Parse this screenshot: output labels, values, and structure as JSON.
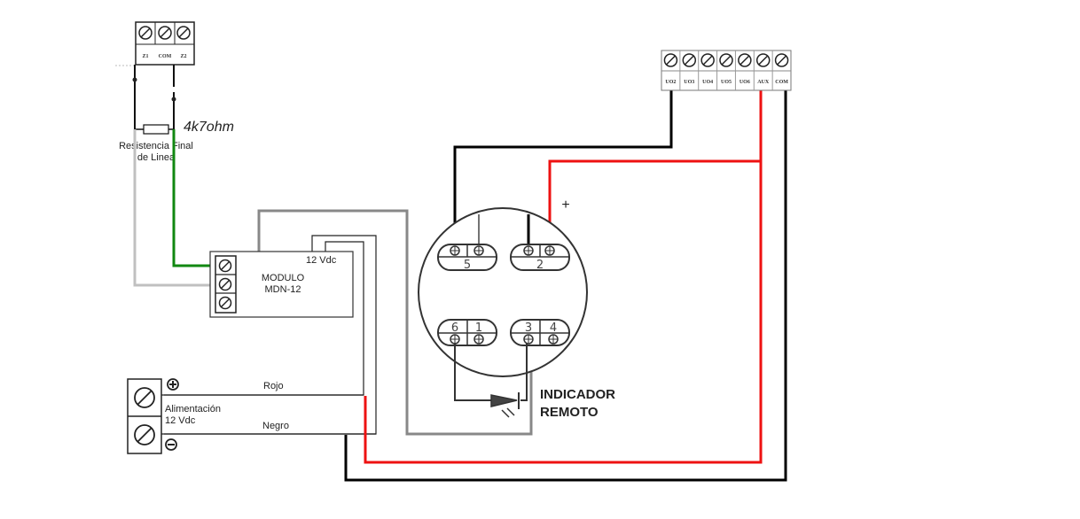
{
  "diagram": {
    "zone_terminal": {
      "labels": [
        "Z1",
        "COM",
        "Z2"
      ]
    },
    "resistor": {
      "value": "4k7ohm",
      "label_line1": "Resistencia Final",
      "label_line2": "de Linea"
    },
    "module": {
      "supply": "12 Vdc",
      "name_line1": "MODULO",
      "name_line2": "MDN-12"
    },
    "power_supply": {
      "label_line1": "Alimentación",
      "label_line2": "12 Vdc",
      "wire_positive": "Rojo",
      "wire_negative": "Negro"
    },
    "panel_terminal": {
      "labels": [
        "UO2",
        "UO3",
        "UO4",
        "UO5",
        "UO6",
        "AUX",
        "COM"
      ]
    },
    "detector": {
      "terminals": [
        "5",
        "2",
        "6",
        "1",
        "3",
        "4"
      ],
      "plus_sign": "+"
    },
    "indicator": {
      "line1": "INDICADOR",
      "line2": "REMOTO"
    },
    "colors": {
      "red_wire": "#ee1111",
      "black_wire": "#000000",
      "green_wire": "#118811",
      "gray_wire": "#888888",
      "light_gray_wire": "#c0c0c0"
    }
  }
}
